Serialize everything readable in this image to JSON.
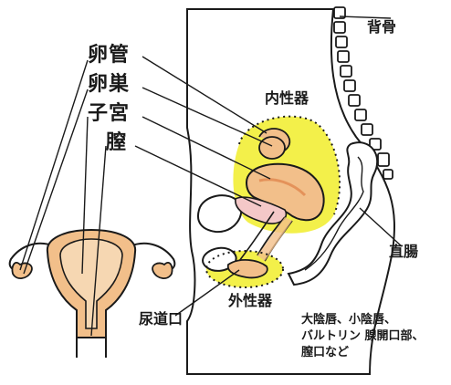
{
  "labels": {
    "oviduct": "卵管",
    "ovary": "卵巣",
    "uterus": "子宮",
    "vagina": "膣",
    "spine": "背骨",
    "internal_genitals": "内性器",
    "rectum": "直腸",
    "urethral_opening": "尿道口",
    "external_genitals": "外性器",
    "external_note_line1": "大陰唇、小陰唇、",
    "external_note_line2": "バルトリン 腺開口部、",
    "external_note_line3": "膣口など"
  },
  "colors": {
    "organ_fill": "#f2bf8a",
    "organ_dark": "#e4925a",
    "highlight": "#f3f04a",
    "outline": "#1a1a1a",
    "bladder_pink": "#f4c8c8"
  }
}
